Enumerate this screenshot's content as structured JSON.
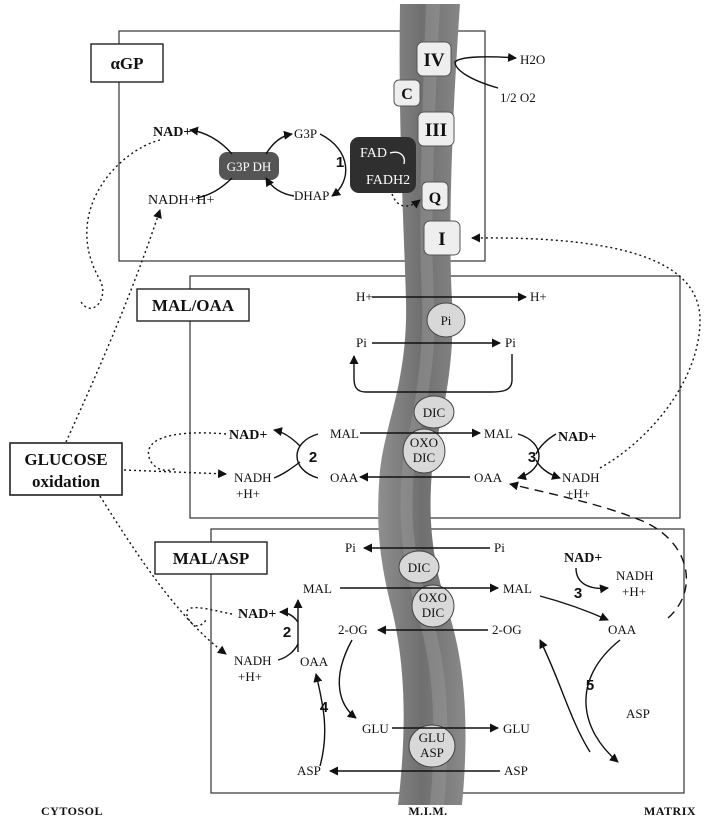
{
  "panels": {
    "agp": "αGP",
    "mal_oaa": "MAL/OAA",
    "mal_asp": "MAL/ASP"
  },
  "glucose": {
    "line1": "GLUCOSE",
    "line2": "oxidation"
  },
  "complexes": {
    "iv": "IV",
    "c": "C",
    "iii": "III",
    "q": "Q",
    "i": "I"
  },
  "agp_panel": {
    "h2o": "H2O",
    "half_o2": "1/2 O2",
    "nad": "NAD+",
    "nadh": "NADH+H+",
    "g3p": "G3P",
    "dhap": "DHAP",
    "enzyme": "G3P DH",
    "step": "1",
    "fad": "FAD",
    "fadh2": "FADH2"
  },
  "mal_oaa_panel": {
    "h_left": "H+",
    "h_right": "H+",
    "pi_carrier": "Pi",
    "pi_left": "Pi",
    "pi_right": "Pi",
    "dic": "DIC",
    "oxo_dic_1": "OXO",
    "oxo_dic_2": "DIC",
    "nad_left": "NAD+",
    "nadh_left_1": "NADH",
    "nadh_left_2": "+H+",
    "mal_left": "MAL",
    "oaa_left": "OAA",
    "step_left": "2",
    "mal_right": "MAL",
    "oaa_right": "OAA",
    "step_right": "3",
    "nad_right": "NAD+",
    "nadh_right_1": "NADH",
    "nadh_right_2": "+H+"
  },
  "mal_asp_panel": {
    "pi_left": "Pi",
    "pi_right": "Pi",
    "dic": "DIC",
    "oxo_dic_1": "OXO",
    "oxo_dic_2": "DIC",
    "glu_asp_1": "GLU",
    "glu_asp_2": "ASP",
    "mal_left": "MAL",
    "mal_right": "MAL",
    "nad_left": "NAD+",
    "nadh_left_1": "NADH",
    "nadh_left_2": "+H+",
    "oaa_left": "OAA",
    "step2": "2",
    "og_left": "2-OG",
    "og_right": "2-OG",
    "step4": "4",
    "glu_left": "GLU",
    "glu_right": "GLU",
    "asp_left": "ASP",
    "asp_right": "ASP",
    "nad_right": "NAD+",
    "nadh_right_1": "NADH",
    "nadh_right_2": "+H+",
    "step3": "3",
    "oaa_right": "OAA",
    "step5": "5"
  },
  "footer": {
    "cytosol": "CYTOSOL",
    "mim": "M.I.M.",
    "matrix": "MATRIX"
  }
}
